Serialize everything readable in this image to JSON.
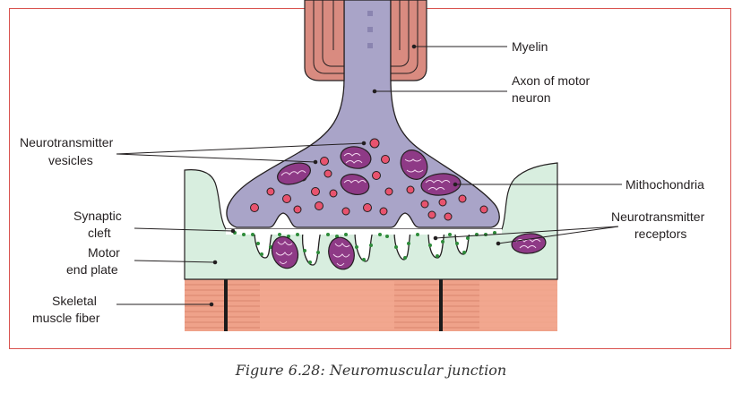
{
  "labels": {
    "myelin": "Myelin",
    "axon_line1": "Axon of motor",
    "axon_line2": "neuron",
    "vesicles_line1": "Neurotransmitter",
    "vesicles_line2": "vesicles",
    "mitochondria": "Mithochondria",
    "cleft_line1": "Synaptic",
    "cleft_line2": "cleft",
    "receptors_line1": "Neurotransmitter",
    "receptors_line2": "receptors",
    "endplate_line1": "Motor",
    "endplate_line2": "end plate",
    "muscle_line1": "Skeletal",
    "muscle_line2": "muscle fiber"
  },
  "caption": "Figure 6.28: Neuromuscular junction",
  "colors": {
    "axon": "#a9a4c8",
    "myelin": "#d98b80",
    "vesicle": "#e8536e",
    "mitochondria": "#8e3a86",
    "endplate": "#d8eedf",
    "muscle": "#efa28a",
    "receptor": "#2e8b3a",
    "frame": "#d9534f"
  }
}
